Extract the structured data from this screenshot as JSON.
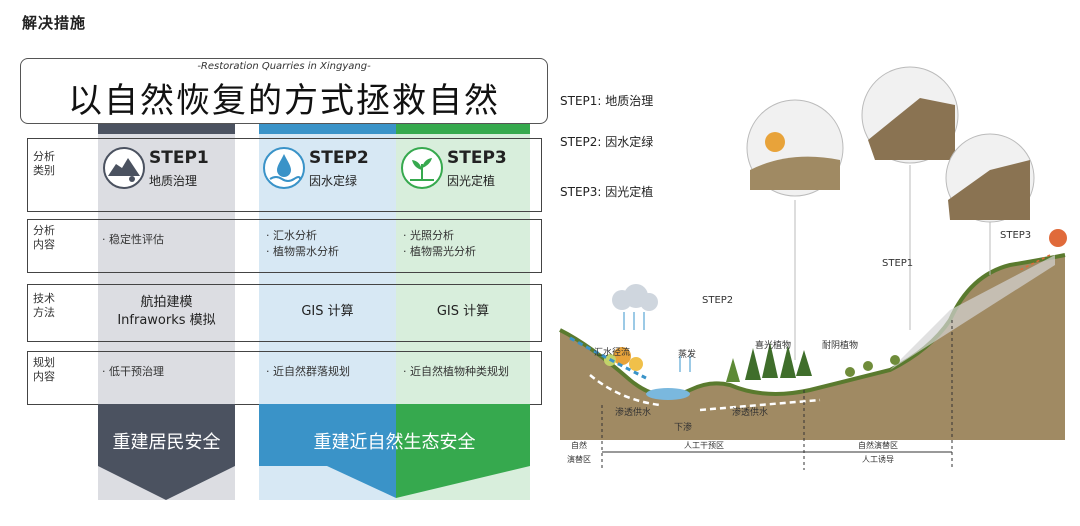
{
  "heading": "解决措施",
  "title": {
    "subtitle": "-Restoration Quarries in Xingyang-",
    "main": "以自然恢复的方式拯救自然"
  },
  "colors": {
    "step1": "#4b5260",
    "step2": "#3a93c8",
    "step3": "#36a94e"
  },
  "rows": [
    {
      "label": "分析\n类别"
    },
    {
      "label": "分析\n内容"
    },
    {
      "label": "技术\n方法"
    },
    {
      "label": "规划\n内容"
    }
  ],
  "steps": [
    {
      "name": "STEP1",
      "sub": "地质治理",
      "icon": "rock-slope-icon",
      "content": "· 稳定性评估",
      "method": "航拍建模\nInfraworks 模拟",
      "plan": "· 低干预治理"
    },
    {
      "name": "STEP2",
      "sub": "因水定绿",
      "icon": "water-drop-icon",
      "content": "· 汇水分析\n· 植物需水分析",
      "method": "GIS 计算",
      "plan": "· 近自然群落规划"
    },
    {
      "name": "STEP3",
      "sub": "因光定植",
      "icon": "plant-sun-icon",
      "content": "· 光照分析\n· 植物需光分析",
      "method": "GIS 计算",
      "plan": "· 近自然植物种类规划"
    }
  ],
  "goals": {
    "left": "重建居民安全",
    "right": "重建近自然生态安全"
  },
  "step_list": [
    "STEP1: 地质治理",
    "STEP2: 因水定绿",
    "STEP3: 因光定植"
  ],
  "diagram": {
    "step1_label": "STEP1",
    "step2_label": "STEP2",
    "step3_label": "STEP3",
    "labels": {
      "catchment": "汇水径流",
      "evaporation": "蒸发",
      "infiltration1": "渗透供水",
      "infiltration2": "下渗",
      "infiltration3": "渗透供水",
      "sun_plants": "喜光植物",
      "shade_plants": "耐阴植物"
    },
    "zones": {
      "z1a": "自然",
      "z1b": "演替区",
      "z2": "人工干预区",
      "z3a": "自然演替区",
      "z3b": "人工诱导"
    }
  }
}
